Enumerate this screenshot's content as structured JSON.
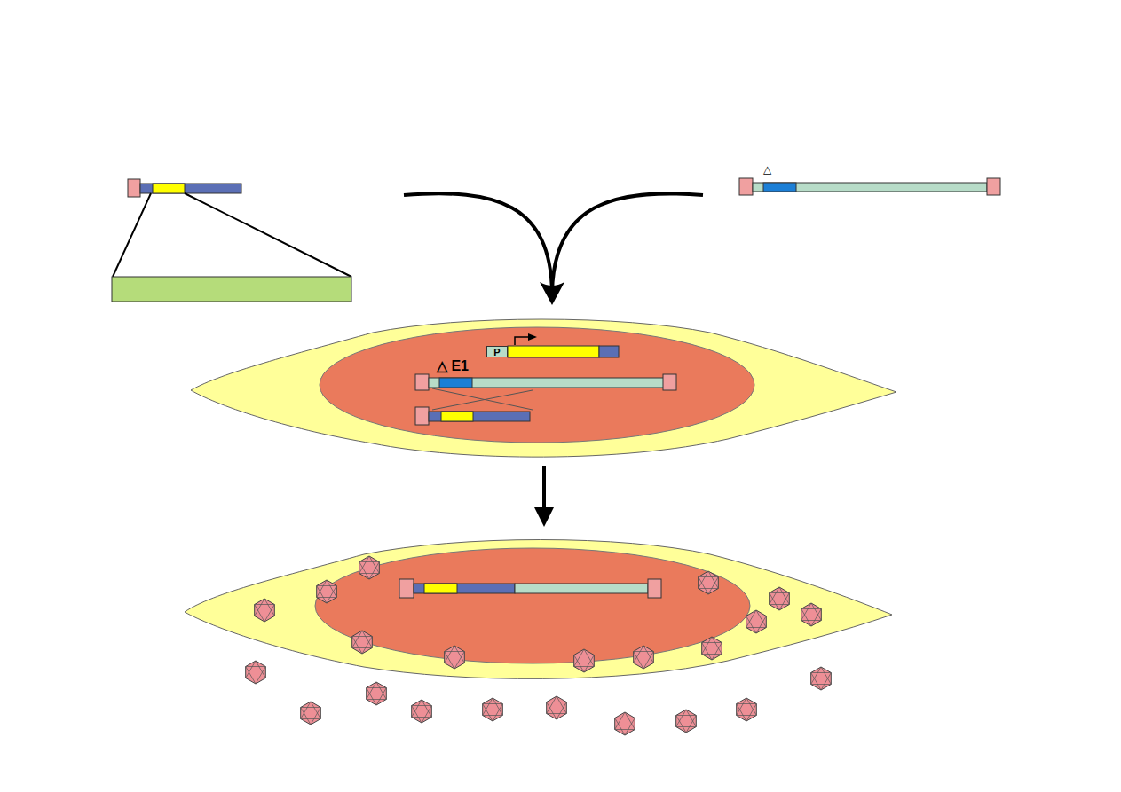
{
  "diagram": {
    "nodes": [
      {
        "text": [
          "P"
        ]
      }
    ],
    "labels": [
      "△ E1",
      "△"
    ]
  }
}
